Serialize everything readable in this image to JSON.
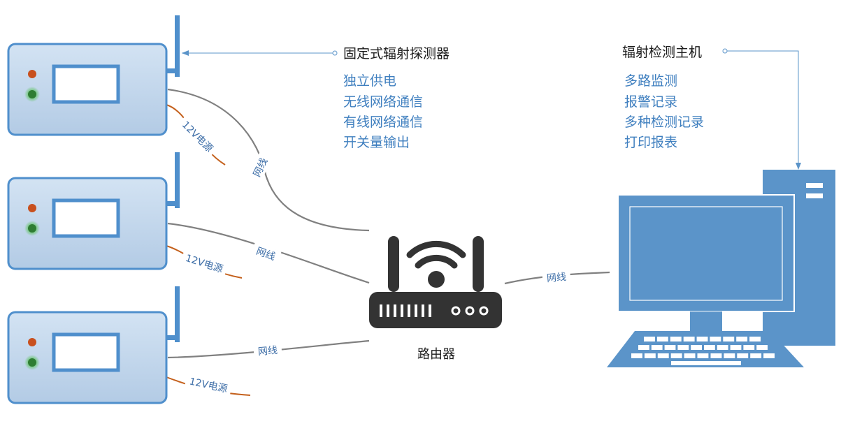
{
  "detector": {
    "title": "固定式辐射探测器",
    "features": [
      "独立供电",
      "无线网络通信",
      "有线网络通信",
      "开关量输出"
    ]
  },
  "host": {
    "title": "辐射检测主机",
    "features": [
      "多路监测",
      "报警记录",
      "多种检测记录",
      "打印报表"
    ]
  },
  "router": {
    "label": "路由器"
  },
  "labels": {
    "network": "网线",
    "power": "12V电源"
  },
  "colors": {
    "device_fill": "#bcd3ea",
    "device_border": "#4f8fcc",
    "antenna": "#4f8fcc",
    "led_orange": "#c8501e",
    "led_green": "#2e7d32",
    "ethernet_cable": "#808080",
    "power_cable": "#c4601c",
    "router": "#333333",
    "computer": "#5b94c9",
    "feature_text": "#3f7fbf"
  }
}
